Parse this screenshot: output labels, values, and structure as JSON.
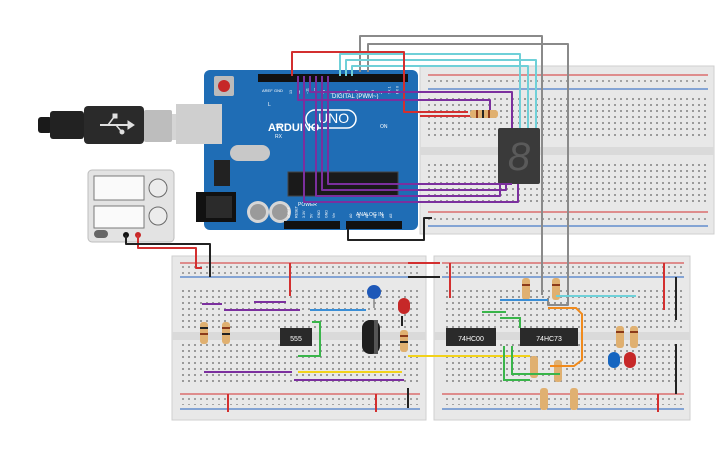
{
  "arduino": {
    "brand": "ARDUINO",
    "model": "UNO",
    "digital_header": "DIGITAL (PWM~)",
    "analog_in": "ANALOG IN",
    "power": "POWER",
    "label_tx": "TX",
    "label_rx": "RX",
    "label_l": "L",
    "label_on": "ON",
    "label_aref": "AREF",
    "label_gnd": "GND",
    "pin_labels_digital": [
      "13",
      "12",
      "~11",
      "~10",
      "~9",
      "8",
      "7",
      "~6",
      "~5",
      "4",
      "~3",
      "2",
      "TX 1",
      "RX 0"
    ],
    "pin_labels_analog": [
      "A0",
      "A1",
      "A2",
      "A3",
      "A4",
      "A5"
    ],
    "pin_labels_power": [
      "IOREF",
      "RESET",
      "3.3V",
      "5V",
      "GND",
      "GND",
      "Vin"
    ]
  },
  "chips": {
    "timer": "555",
    "nand": "74HC00",
    "flipflop": "74HC73"
  },
  "display": {
    "digit": "8"
  },
  "colors": {
    "board": "#1f6db5",
    "breadboard": "#e8e8e8",
    "wire_red": "#d32f2f",
    "wire_black": "#222222",
    "wire_purple": "#7b2f9e",
    "wire_cyan": "#6fd0d8",
    "wire_gray": "#8a8a8a",
    "wire_green": "#39b54a",
    "wire_yellow": "#f2d21b",
    "wire_orange": "#f08a1c",
    "wire_blue": "#3a8ed6",
    "led_red": "#c62828",
    "led_blue": "#1565c0"
  }
}
